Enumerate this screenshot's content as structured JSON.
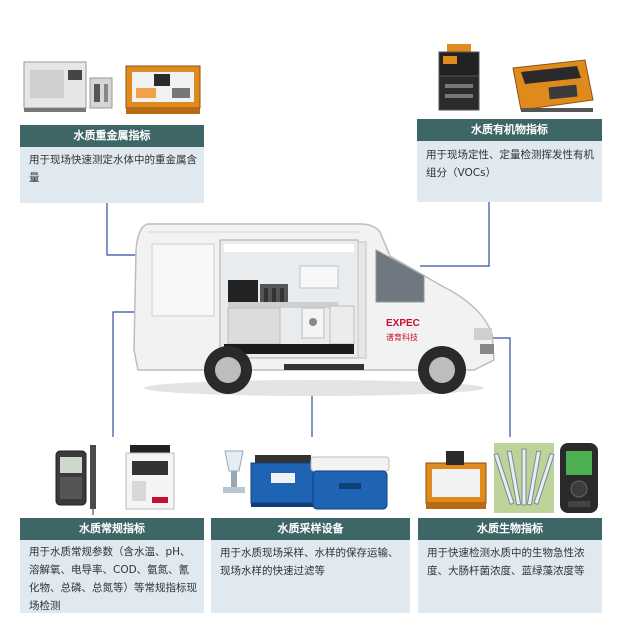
{
  "cards": {
    "metal": {
      "title": "水质重金属指标",
      "desc": "用于现场快速测定水体中的重金属含量"
    },
    "voc": {
      "title": "水质有机物指标",
      "desc": "用于现场定性、定量检测挥发性有机组分（VOCs）"
    },
    "routine": {
      "title": "水质常规指标",
      "desc": "用于水质常规参数（含水温、pH、溶解氧、电导率、COD、氨氮、氰化物、总磷、总氮等）等常规指标现场检测"
    },
    "sampling": {
      "title": "水质采样设备",
      "desc": "用于水质现场采样、水样的保存运输、现场水样的快速过滤等"
    },
    "bio": {
      "title": "水质生物指标",
      "desc": "用于快速检测水质中的生物急性浓度、大肠杆菌浓度、蓝绿藻浓度等"
    }
  },
  "van": {
    "logo": "EXPEC",
    "logo_sub": "谱育科技"
  },
  "colors": {
    "card_bg": "#dfe9ef",
    "title_bar": "#3f6666",
    "connector": "#2f4f9f",
    "instrument_orange": "#e08a1e",
    "cooler_blue": "#1f63b5"
  }
}
